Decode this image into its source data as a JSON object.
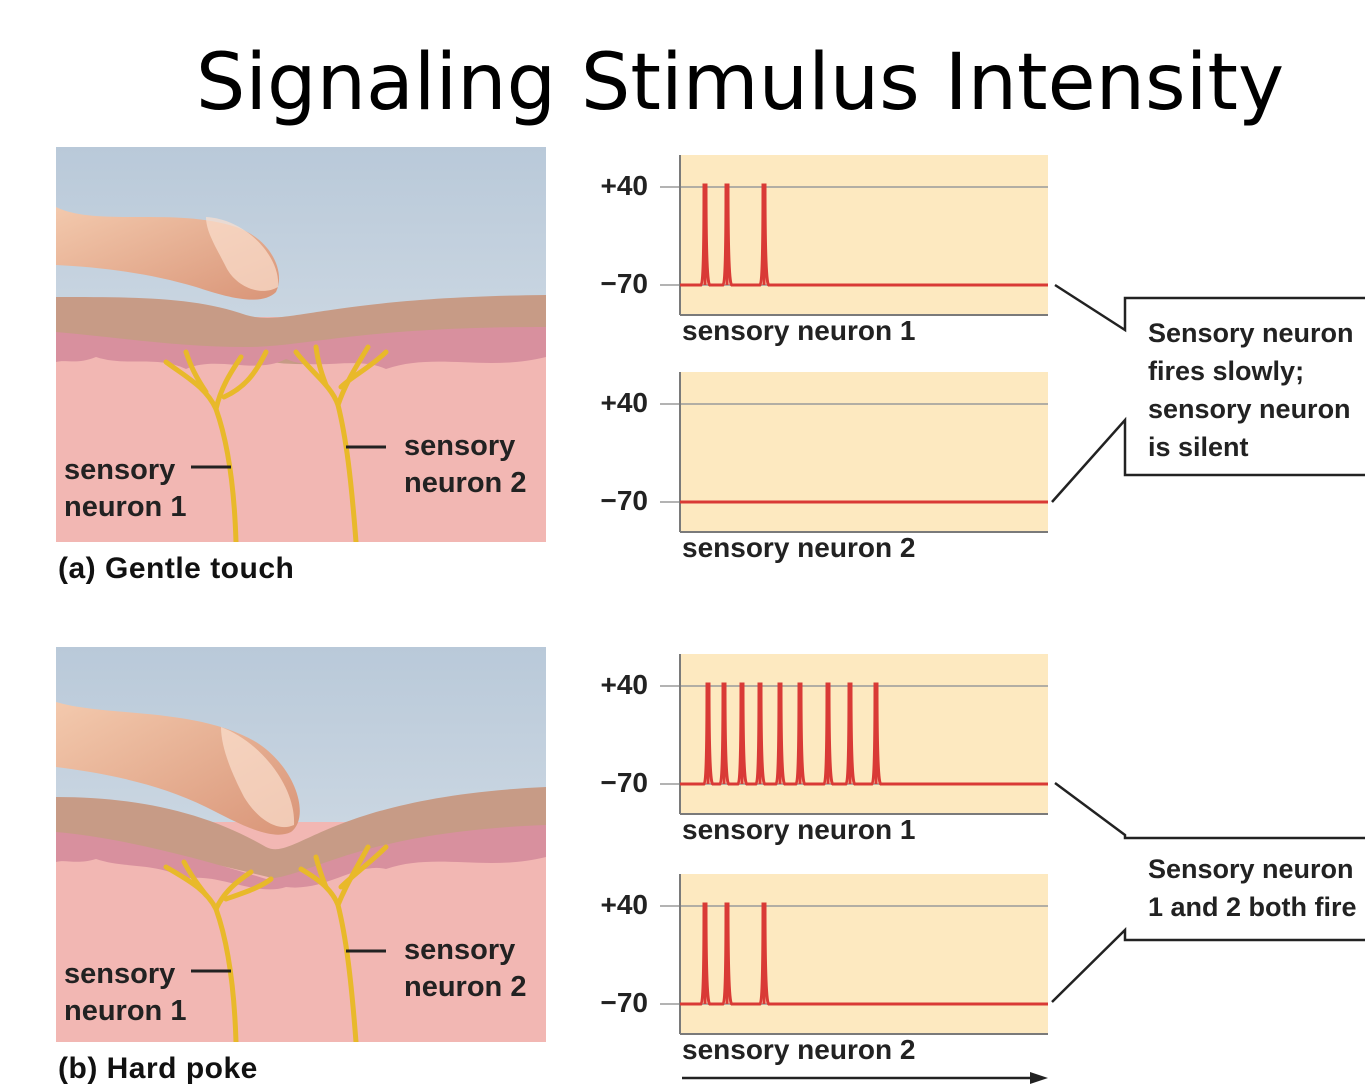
{
  "title": "Signaling Stimulus Intensity",
  "panels": [
    {
      "caption": "(a) Gentle touch",
      "illustration_labels": {
        "neuron1": [
          "sensory",
          "neuron 1"
        ],
        "neuron2": [
          "sensory",
          "neuron 2"
        ]
      },
      "traces": [
        {
          "name": "sensory neuron 1",
          "y_ticks": [
            "+40",
            "−70"
          ],
          "spike_count": 3
        },
        {
          "name": "sensory neuron 2",
          "y_ticks": [
            "+40",
            "−70"
          ],
          "spike_count": 0
        }
      ],
      "callout": [
        "Sensory neuron",
        "fires slowly;",
        "sensory neuron",
        "is silent"
      ]
    },
    {
      "caption": "(b) Hard poke",
      "illustration_labels": {
        "neuron1": [
          "sensory",
          "neuron 1"
        ],
        "neuron2": [
          "sensory",
          "neuron 2"
        ]
      },
      "traces": [
        {
          "name": "sensory neuron 1",
          "y_ticks": [
            "+40",
            "−70"
          ],
          "spike_count": 9
        },
        {
          "name": "sensory neuron 2",
          "y_ticks": [
            "+40",
            "−70"
          ],
          "spike_count": 3
        }
      ],
      "callout": [
        "Sensory neuron",
        "1 and 2 both fire"
      ]
    }
  ],
  "colors": {
    "trace_bg": "#fde9c0",
    "trace_line": "#d93a36",
    "tissue": "#f2b7b3",
    "sky": "#c5d3e0",
    "nerve": "#e8b92a"
  }
}
